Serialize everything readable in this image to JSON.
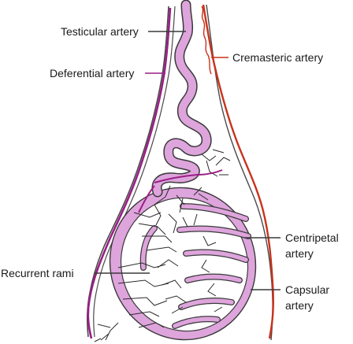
{
  "labels": {
    "testicular_artery": "Testicular artery",
    "deferential_artery": "Deferential artery",
    "cremasteric_artery": "Cremasteric artery",
    "recurrent_rami": "Recurrent rami",
    "centripetal_line1": "Centripetal",
    "centripetal_line2": "artery",
    "capsular_line1": "Capsular",
    "capsular_line2": "artery"
  },
  "colors": {
    "testicular_fill": "#dea4dc",
    "vessel_outline": "#3a3a3a",
    "deferential": "#9a1f86",
    "cremasteric": "#c8321c",
    "leader_testicular": "#3a3a3a",
    "leader_deferential": "#9a1f86",
    "leader_cremasteric": "#c8321c"
  }
}
